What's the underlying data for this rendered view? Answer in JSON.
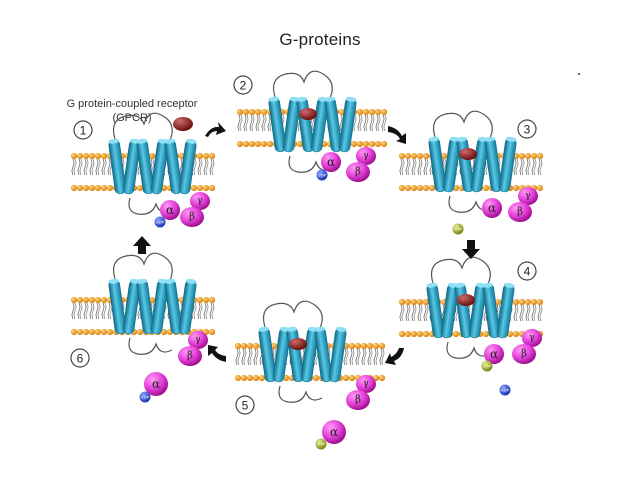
{
  "title": "G-proteins",
  "receptor_label": {
    "line1": "G protein-coupled receptor",
    "line2": "(GPCR)"
  },
  "steps": [
    "1",
    "2",
    "3",
    "4",
    "5",
    "6"
  ],
  "subunits": {
    "alpha": "α",
    "beta": "β",
    "gamma": "γ"
  },
  "nucleotides": {
    "gdp": "GDP",
    "gtp": "GTP"
  },
  "colors": {
    "receptor": "#2aa7c9",
    "receptor_dark": "#12708c",
    "lipid_head": "#e89a1c",
    "g_protein": "#e23fd8",
    "g_protein_dark": "#b0179f",
    "gdp": "#2a49d6",
    "gtp": "#9aa51c",
    "ligand": "#8b1a1a",
    "arrow": "#111111"
  }
}
